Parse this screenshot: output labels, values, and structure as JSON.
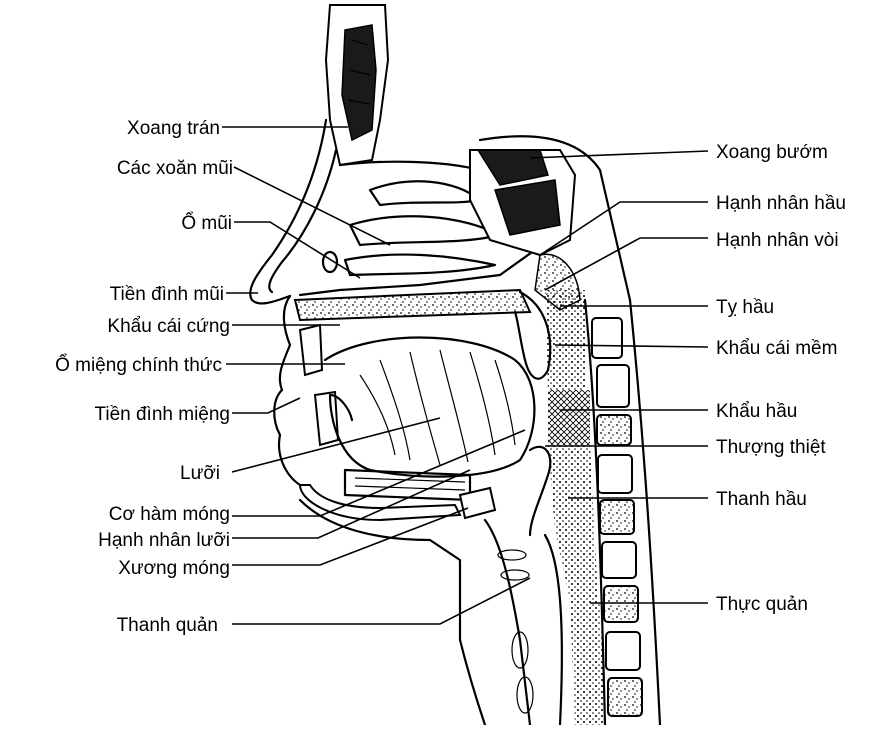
{
  "labels_left": [
    {
      "id": "xoang-tran",
      "text": "Xoang trán"
    },
    {
      "id": "cac-xoan-mui",
      "text": "Các xoăn mũi"
    },
    {
      "id": "o-mui",
      "text": "Ổ mũi"
    },
    {
      "id": "tien-dinh-mui",
      "text": "Tiền đình mũi"
    },
    {
      "id": "khau-cai-cung",
      "text": "Khẩu cái cứng"
    },
    {
      "id": "o-mieng-chinh-thuc",
      "text": "Ổ miệng chính thức"
    },
    {
      "id": "tien-dinh-mieng",
      "text": "Tiền đình miệng"
    },
    {
      "id": "luoi",
      "text": "Lưỡi"
    },
    {
      "id": "co-ham-mong",
      "text": "Cơ hàm móng"
    },
    {
      "id": "hanh-nhan-luoi",
      "text": "Hạnh nhân lưỡi"
    },
    {
      "id": "xuong-mong",
      "text": "Xương móng"
    },
    {
      "id": "thanh-quan",
      "text": "Thanh quản"
    }
  ],
  "labels_right": [
    {
      "id": "xoang-buom",
      "text": "Xoang bướm"
    },
    {
      "id": "hanh-nhan-hau",
      "text": "Hạnh nhân hầu"
    },
    {
      "id": "hanh-nhan-voi",
      "text": "Hạnh nhân vòi"
    },
    {
      "id": "ty-hau",
      "text": "Tỵ hầu"
    },
    {
      "id": "khau-cai-mem",
      "text": "Khẩu cái mềm"
    },
    {
      "id": "khau-hau",
      "text": "Khẩu hầu"
    },
    {
      "id": "thuong-thiet",
      "text": "Thượng thiệt"
    },
    {
      "id": "thanh-hau",
      "text": "Thanh hầu"
    },
    {
      "id": "thuc-quan",
      "text": "Thực quản"
    }
  ]
}
